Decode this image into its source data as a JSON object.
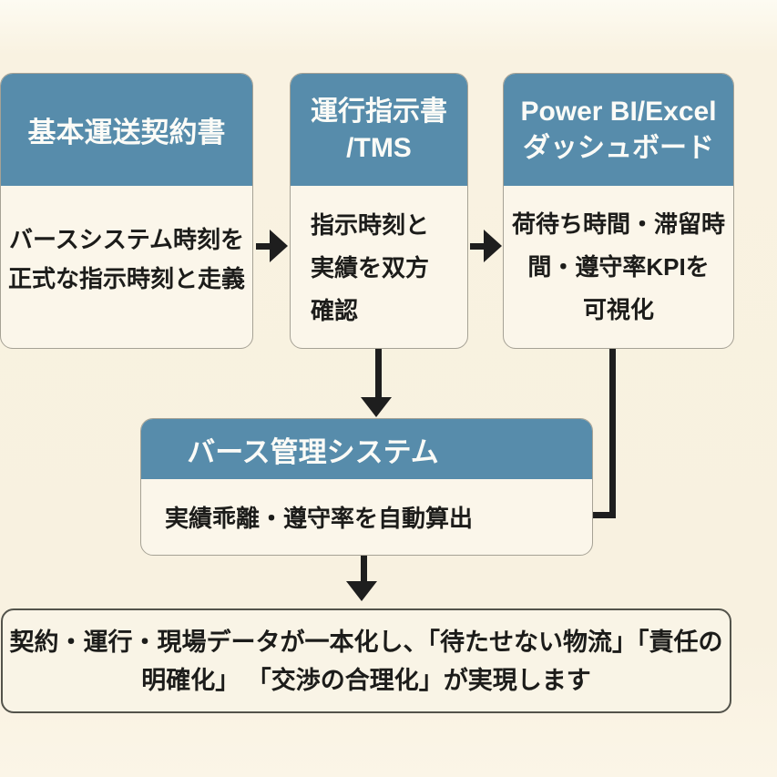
{
  "palette": {
    "background": "#f8f1e0",
    "header_blue": "#578cab",
    "header_text": "#fbfbf7",
    "box_fill": "#fbf6ea",
    "box_border": "#a6a295",
    "summary_border": "#53534b",
    "body_text": "#1c1c1a",
    "connector": "#1e1e1e"
  },
  "steps": [
    {
      "title_lines": [
        "基本運送契約書"
      ],
      "body_lines": [
        "バースシステム時刻を",
        "正式な指示時刻と走義"
      ]
    },
    {
      "title_lines": [
        "運行指示書",
        "/TMS"
      ],
      "body_lines": [
        "指示時刻と",
        "実績を双方",
        "確認"
      ]
    },
    {
      "title_lines": [
        "Power BI/Excel",
        "ダッシュボード"
      ],
      "body_lines": [
        "荷待ち時間・滞留時",
        "間・遵守率KPIを",
        "可視化"
      ]
    }
  ],
  "hub": {
    "title": "バース管理システム",
    "body_lines": [
      "実績乖離・遵守率を自動算出"
    ]
  },
  "summary": {
    "lines": [
      "契約・運行・現場データが一本化し、「待たせない物流」「責任の",
      "明確化」 「交渉の合理化」が実現します"
    ]
  }
}
